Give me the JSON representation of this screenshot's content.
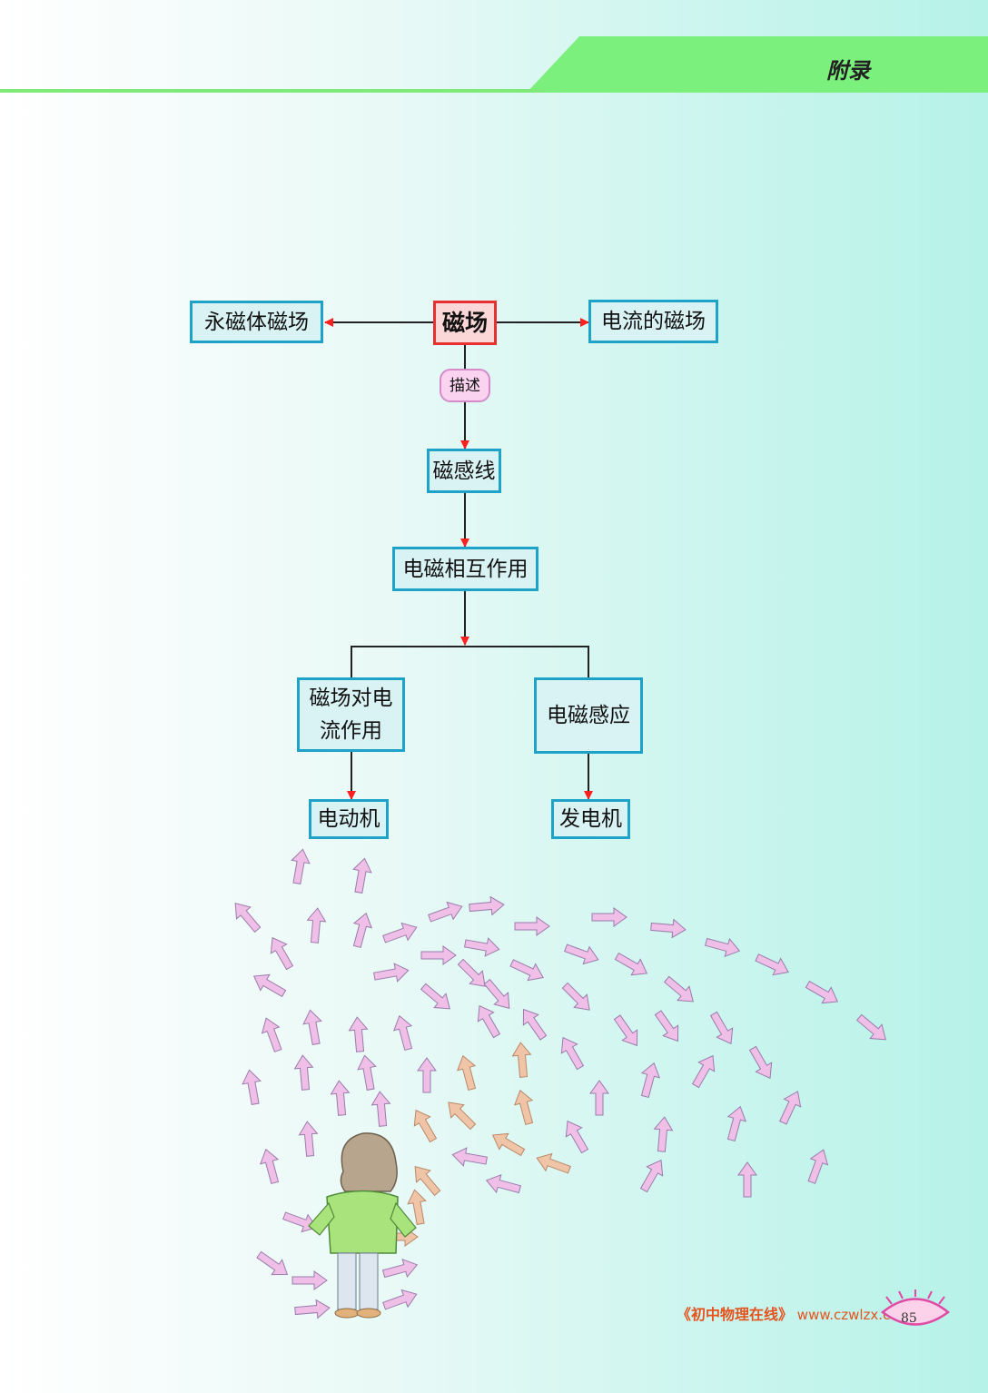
{
  "header": {
    "title": "附录"
  },
  "concept_map": {
    "root": "磁场",
    "left": "永磁体磁场",
    "right": "电流的磁场",
    "describe_label": "描述",
    "field_lines": "磁感线",
    "interaction": "电磁相互作用",
    "branch_left_line1": "磁场对电",
    "branch_left_line2": "流作用",
    "branch_right": "电磁感应",
    "motor": "电动机",
    "generator": "发电机"
  },
  "footer": {
    "site_cn": "《初中物理在线》",
    "site_url": "www.czwlzx.com",
    "page_number": "85"
  },
  "colors": {
    "box_border": "#1ea2c8",
    "box_fill": "#d9f2f4",
    "root_border": "#e83030",
    "arrow_head": "#ff2020",
    "header_green": "#7cf07c"
  }
}
